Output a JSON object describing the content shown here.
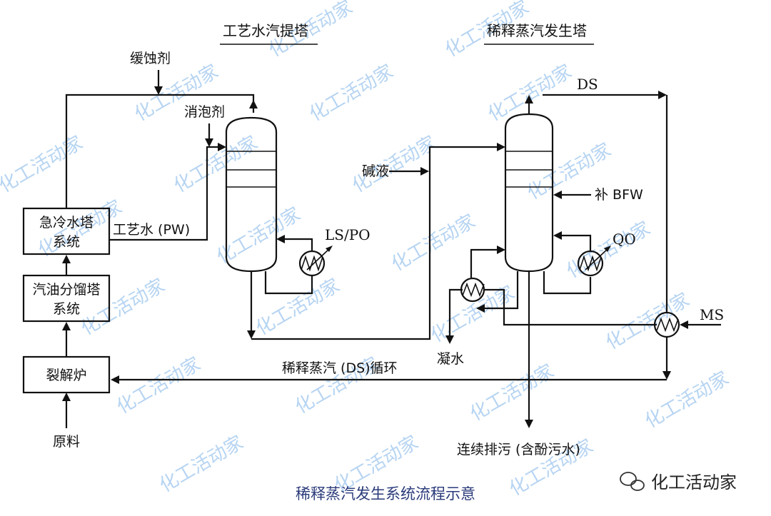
{
  "titles": {
    "stripper": "工艺水汽提塔",
    "generator": "稀释蒸汽发生塔"
  },
  "boxes": {
    "quench": [
      "急冷水塔",
      "系统"
    ],
    "gasoline": [
      "汽油分馏塔",
      "系统"
    ],
    "furnace": "裂解炉"
  },
  "labels": {
    "inhibitor": "缓蚀剂",
    "defoamer": "消泡剂",
    "process_water": "工艺水 (PW)",
    "ls_po": "LS/PO",
    "caustic": "碱液",
    "ds": "DS",
    "bfw": "补 BFW",
    "qo": "QO",
    "condensate": "凝水",
    "ms": "MS",
    "ds_cycle": "稀释蒸汽 (DS)循环",
    "feed": "原料",
    "blowdown": "连续排污 (含酚污水)"
  },
  "caption": "稀释蒸汽发生系统流程示意",
  "watermark": "化工活动家",
  "logo": "化工活动家"
}
